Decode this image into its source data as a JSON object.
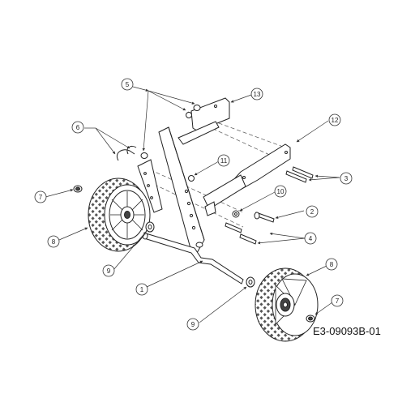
{
  "drawing_code": "E3-09093B-01",
  "callouts": [
    "1",
    "2",
    "3",
    "4",
    "5",
    "6",
    "7",
    "7",
    "8",
    "8",
    "9",
    "9",
    "10",
    "11",
    "12",
    "13"
  ]
}
